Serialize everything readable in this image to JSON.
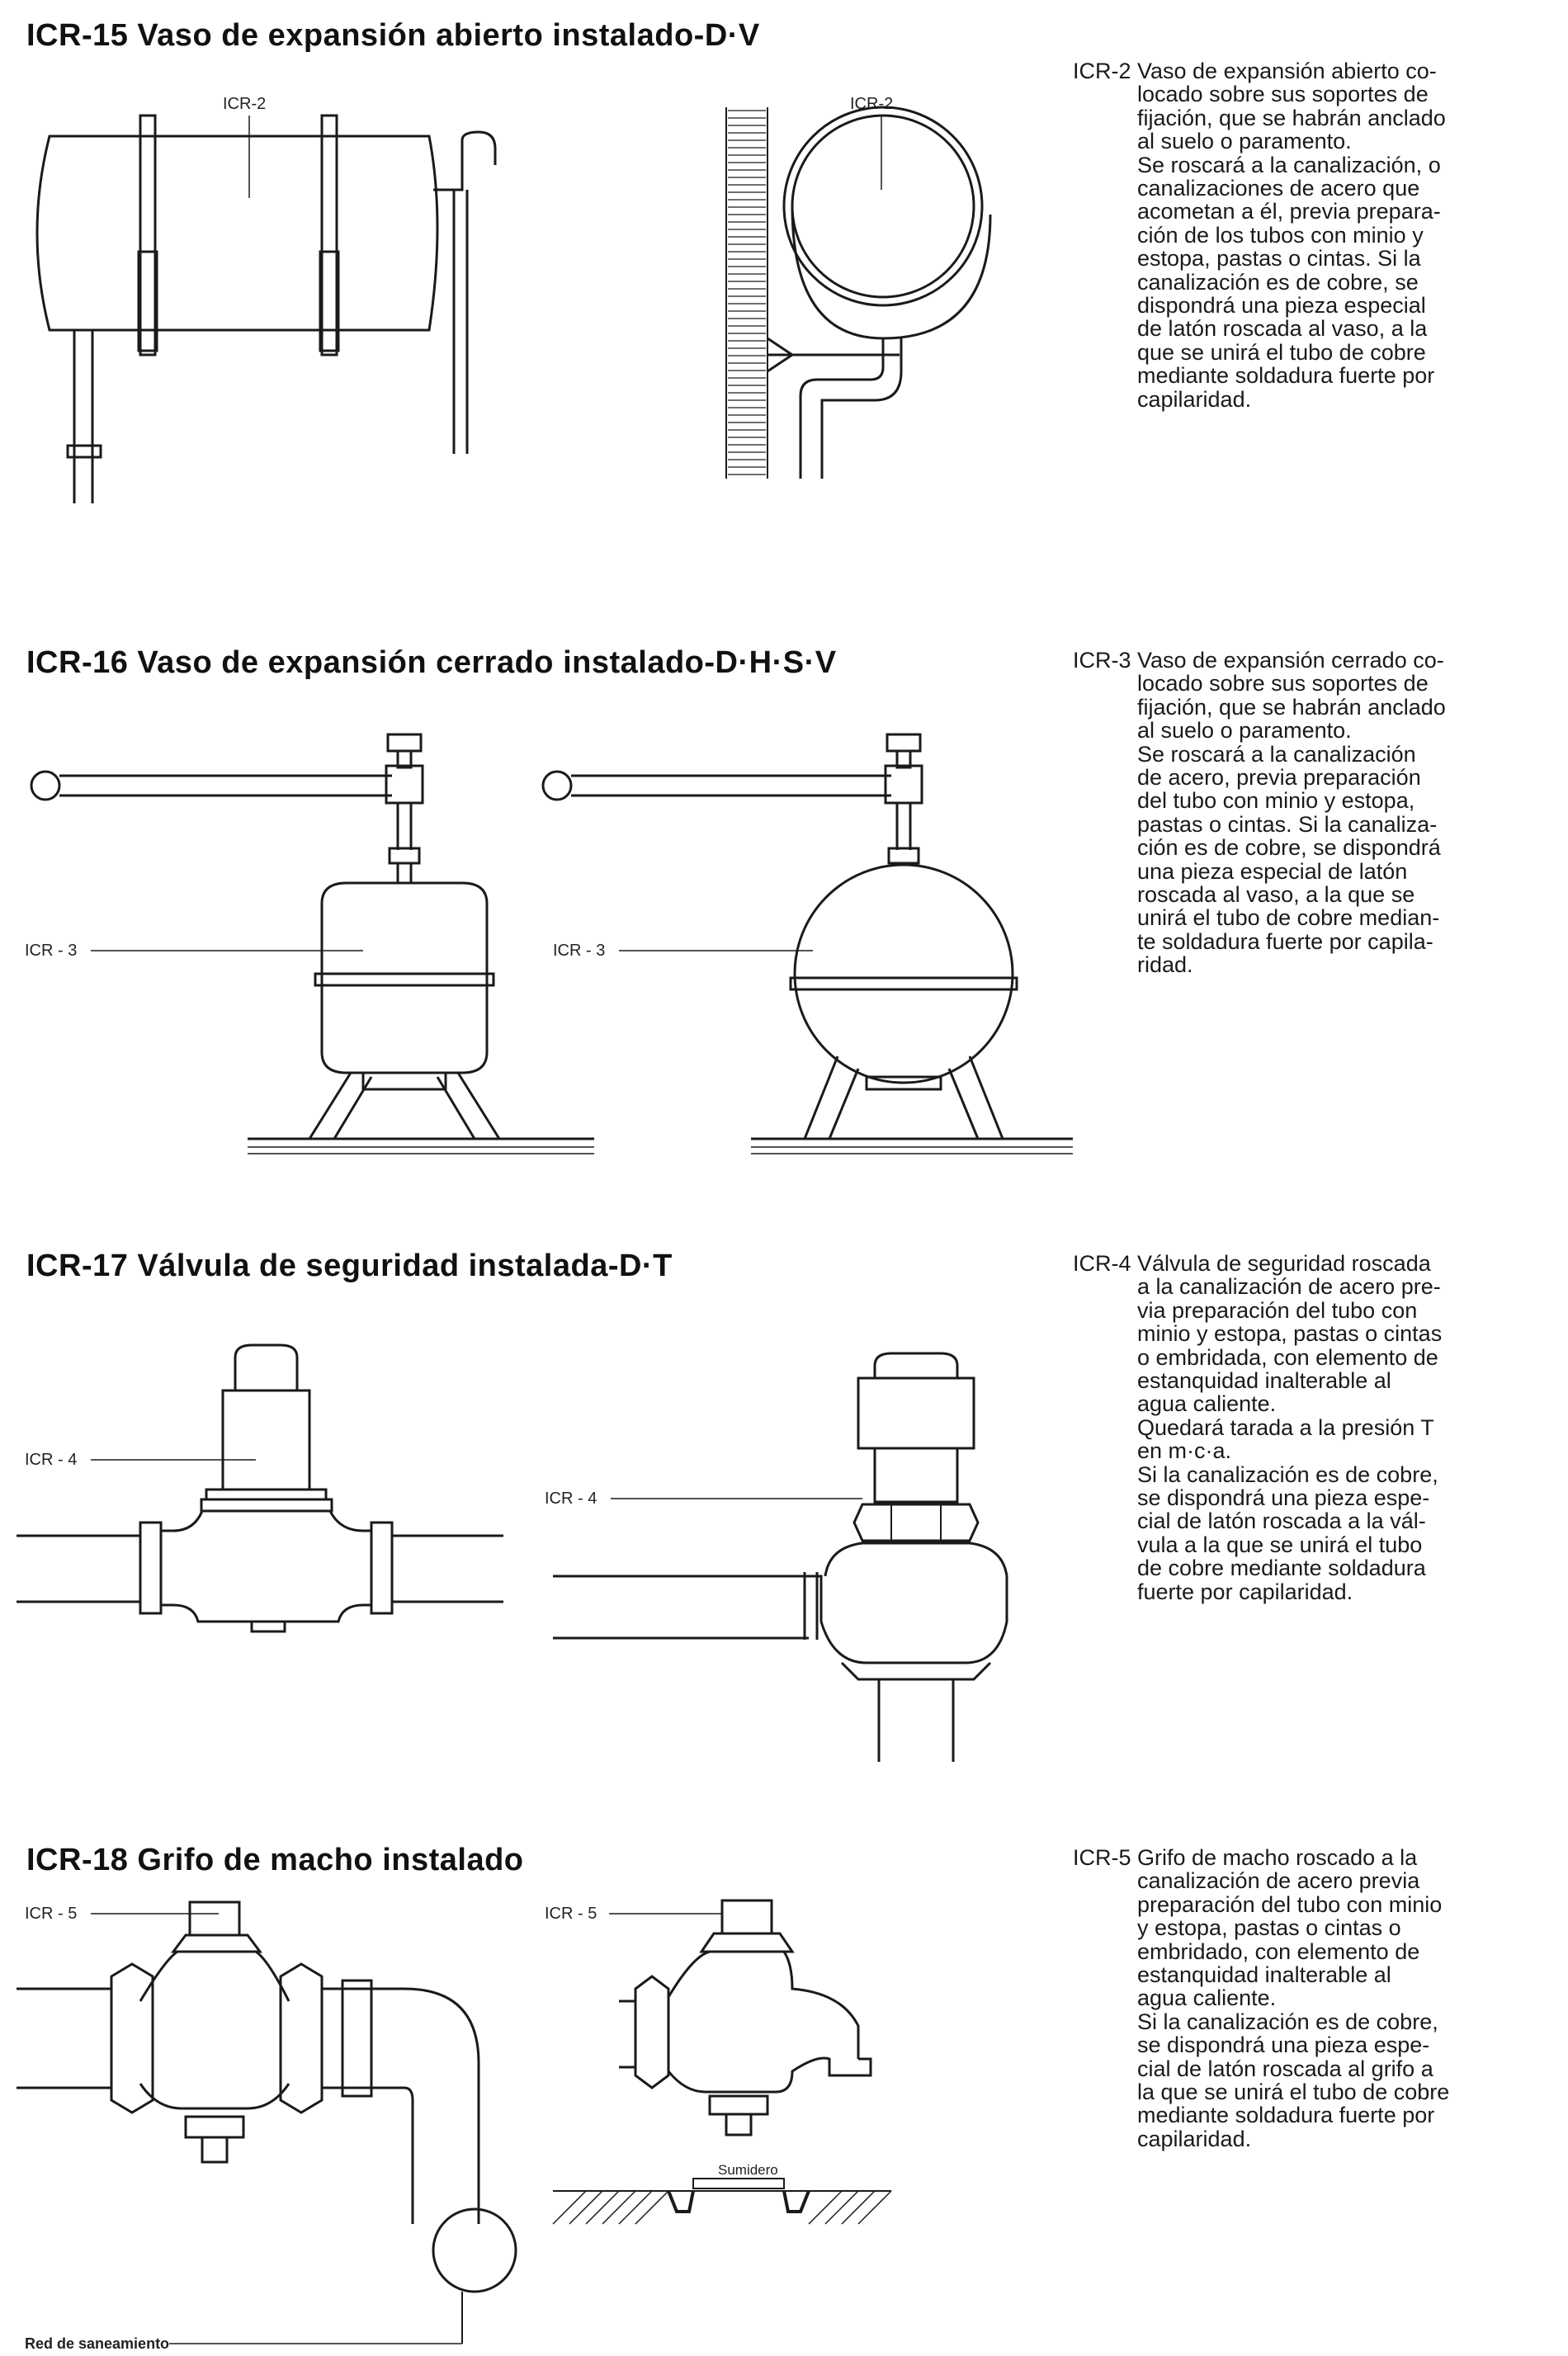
{
  "sections": [
    {
      "title": "ICR-15  Vaso de expansión abierto instalado-D·V",
      "code": "ICR-2",
      "lines": [
        "Vaso de expansión abierto co-",
        "locado sobre sus soportes de",
        "fijación, que se habrán anclado",
        "al suelo o paramento.",
        "Se roscará a la canalización, o",
        "canalizaciones de acero que",
        "acometan a él, previa prepara-",
        "ción de los tubos con minio y",
        "estopa, pastas o cintas. Si la",
        "canalización es de cobre, se",
        "dispondrá una pieza especial",
        "de latón roscada al vaso, a la",
        "que se unirá el tubo de cobre",
        "mediante soldadura fuerte por",
        "capilaridad."
      ],
      "fig_labels": [
        "ICR-2",
        "ICR-2"
      ]
    },
    {
      "title": "ICR-16  Vaso de expansión cerrado instalado-D·H·S·V",
      "code": "ICR-3",
      "lines": [
        "Vaso de expansión cerrado co-",
        "locado sobre sus soportes de",
        "fijación, que se habrán anclado",
        "al suelo o paramento.",
        "Se roscará a la canalización",
        "de acero, previa preparación",
        "del tubo con minio y estopa,",
        "pastas o cintas. Si la canaliza-",
        "ción es de cobre, se dispondrá",
        "una pieza especial de latón",
        "roscada al vaso, a la que se",
        "unirá el tubo de cobre median-",
        "te soldadura fuerte por capila-",
        "ridad."
      ],
      "fig_labels": [
        "ICR - 3",
        "ICR - 3"
      ]
    },
    {
      "title": "ICR-17  Válvula de seguridad instalada-D·T",
      "code": "ICR-4",
      "lines": [
        "Válvula de seguridad roscada",
        "a la canalización de acero pre-",
        "via preparación del tubo con",
        "minio y estopa, pastas o cintas",
        "o embridada, con elemento de",
        "estanquidad inalterable al",
        "agua caliente.",
        "Quedará tarada a la presión T",
        "en m·c·a.",
        "Si la canalización es de cobre,",
        "se dispondrá una pieza espe-",
        "cial de latón roscada a la vál-",
        "vula a la que se unirá el tubo",
        "de cobre mediante soldadura",
        "fuerte por capilaridad."
      ],
      "fig_labels": [
        "ICR - 4",
        "ICR - 4"
      ]
    },
    {
      "title": "ICR-18  Grifo de macho instalado",
      "code": "ICR-5",
      "lines": [
        "Grifo de macho roscado a la",
        "canalización de acero previa",
        "preparación del tubo con minio",
        "y estopa, pastas o cintas o",
        "embridado, con elemento de",
        "estanquidad inalterable al",
        "agua caliente.",
        "Si la canalización es de cobre,",
        "se dispondrá una pieza espe-",
        "cial de latón roscada al grifo a",
        "la que se unirá el tubo de cobre",
        "mediante soldadura fuerte por",
        "capilaridad."
      ],
      "fig_labels": [
        "ICR - 5",
        "ICR - 5",
        "Red de saneamiento",
        "Sumidero"
      ]
    }
  ]
}
